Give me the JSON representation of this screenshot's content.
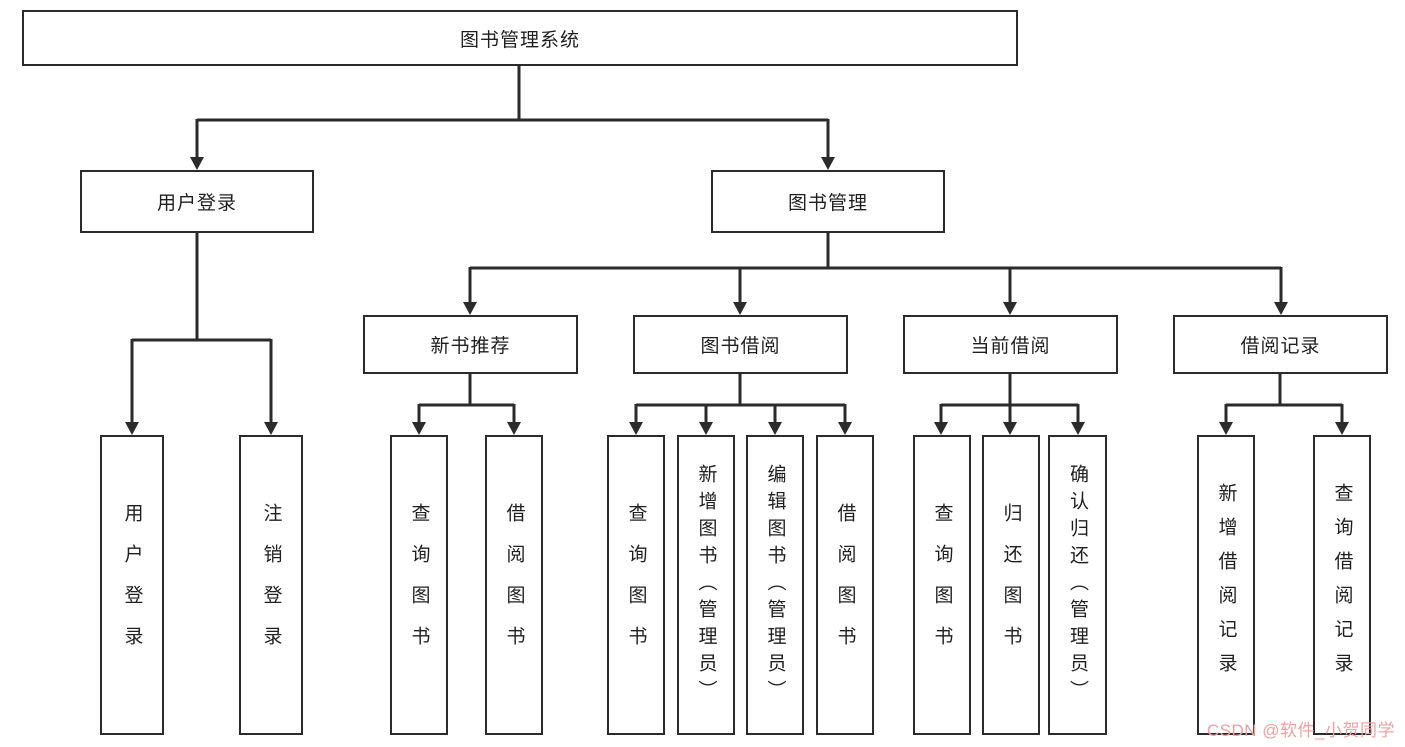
{
  "diagram": {
    "title": "图书管理系统",
    "root": {
      "label": "图书管理系统"
    },
    "level2": [
      {
        "label": "用户登录"
      },
      {
        "label": "图书管理"
      }
    ],
    "level3": [
      {
        "label": "新书推荐"
      },
      {
        "label": "图书借阅"
      },
      {
        "label": "当前借阅"
      },
      {
        "label": "借阅记录"
      }
    ],
    "leaves": {
      "user_login": [
        "用户登录",
        "注销登录"
      ],
      "new_books": [
        "查询图书",
        "借阅图书"
      ],
      "borrow": [
        "查询图书",
        "新增图书（管理员）",
        "编辑图书（管理员）",
        "借阅图书"
      ],
      "current": [
        "查询图书",
        "归还图书",
        "确认归还（管理员）"
      ],
      "records": [
        "新增借阅记录",
        "查询借阅记录"
      ]
    }
  },
  "colors": {
    "line": "#2b2b2b",
    "box_border": "#2b2b2b",
    "background": "#ffffff",
    "watermark": "#f0a0a0"
  },
  "watermark": "CSDN @软件_小贺同学"
}
